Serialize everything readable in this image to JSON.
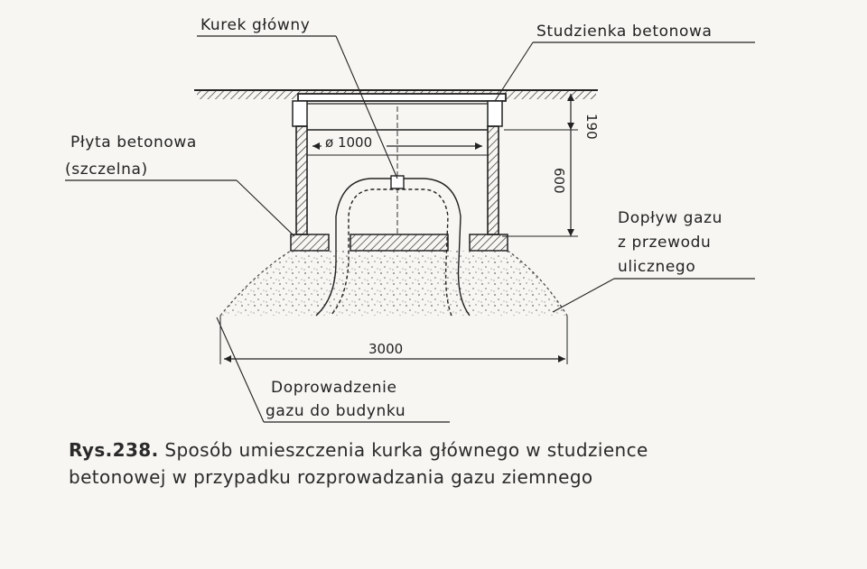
{
  "labels": {
    "main_valve": "Kurek główny",
    "concrete_well": "Studzienka betonowa",
    "concrete_slab_line1": "Płyta betonowa",
    "concrete_slab_line2": "(szczelna)",
    "gas_inflow_line1": "Dopływ gazu",
    "gas_inflow_line2": "z przewodu",
    "gas_inflow_line3": "ulicznego",
    "building_supply_line1": "Doprowadzenie",
    "building_supply_line2": "gazu do budynku"
  },
  "dimensions": {
    "diameter": "ø 1000",
    "depth_top": "190",
    "depth_well": "600",
    "base_width": "3000"
  },
  "caption": {
    "figure_number": "Rys.238.",
    "text_line1": "Sposób umieszczenia kurka głównego w studzience",
    "text_line2": "betonowej w przypadku rozprowadzania gazu ziemnego"
  }
}
